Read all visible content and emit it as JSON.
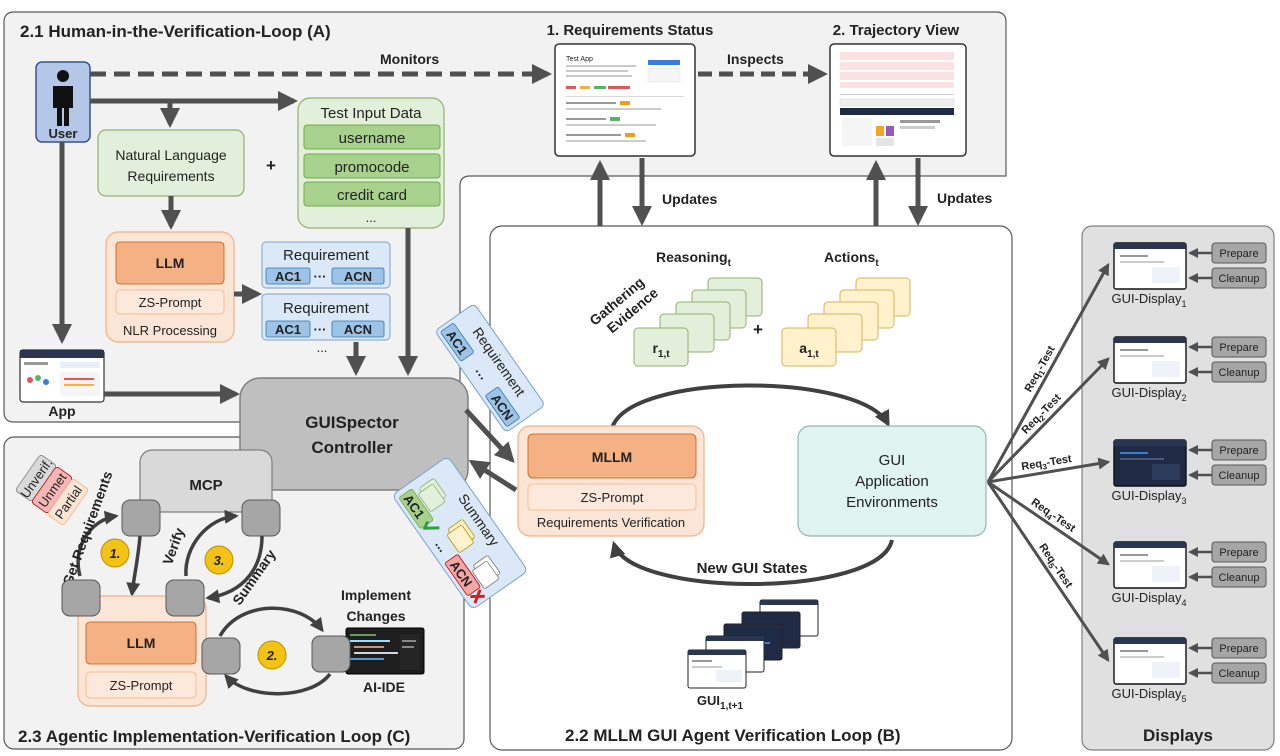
{
  "sections": {
    "hvl": "2.1 Human-in-the-Verification-Loop (A)",
    "gav": "2.2 MLLM GUI Agent Verification Loop (B)",
    "aivl": "2.3 Agentic Implementation-Verification Loop (C)",
    "displays": "Displays"
  },
  "top": {
    "req_status": "1. Requirements Status",
    "trajectory": "2. Trajectory View",
    "monitors": "Monitors",
    "inspects": "Inspects",
    "updates_1": "Updates",
    "updates_2": "Updates"
  },
  "user": {
    "label": "User"
  },
  "nl_requirements": {
    "line1": "Natural Language",
    "line2": "Requirements"
  },
  "plus_1": "+",
  "plus_2": "+",
  "test_input": {
    "title": "Test Input Data",
    "items": [
      "username",
      "promocode",
      "credit card"
    ],
    "ellipsis": "..."
  },
  "nlr": {
    "llm": "LLM",
    "prompt": "ZS-Prompt",
    "caption": "NLR Processing"
  },
  "requirement_cards": {
    "title": "Requirement",
    "ac_first": "AC1",
    "ac_last": "ACN",
    "dots": "···",
    "ellipsis": "..."
  },
  "app": {
    "label": "App"
  },
  "controller": {
    "line1": "GUISpector",
    "line2": "Controller"
  },
  "tag_requirement": {
    "title": "Requirement",
    "ac_first": "AC1",
    "dots": "···",
    "ac_last": "ACN"
  },
  "tag_summary": {
    "title": "Summary",
    "ac_first": "AC1",
    "ac_last": "ACN",
    "dots": "..."
  },
  "mllm": {
    "title": "MLLM",
    "prompt": "ZS-Prompt",
    "caption": "Requirements Verification"
  },
  "reasoning": {
    "label": "Reasoning",
    "sub": "t",
    "card": "r",
    "card_sub": "1,t"
  },
  "actions": {
    "label": "Actions",
    "sub": "t",
    "card": "a",
    "card_sub": "1,t"
  },
  "gathering": {
    "line1": "Gathering",
    "line2": "Evidence"
  },
  "gui_env": {
    "line1": "GUI",
    "line2": "Application",
    "line3": "Environments"
  },
  "new_states": "New GUI States",
  "gui_stack": {
    "label": "GUI",
    "sub": "1,t+1"
  },
  "mcp": {
    "label": "MCP"
  },
  "status_tags": [
    "Unverif.",
    "Unmet",
    "Partial"
  ],
  "loop_labels": {
    "get": "Get Requirements",
    "verify": "Verify",
    "summary": "Summary"
  },
  "steps": [
    "1.",
    "2.",
    "3."
  ],
  "impl_llm": {
    "llm": "LLM",
    "prompt": "ZS-Prompt"
  },
  "implement": {
    "line1": "Implement",
    "line2": "Changes"
  },
  "ai_ide": {
    "label": "AI-IDE"
  },
  "req_tests": [
    {
      "base": "Req",
      "sub": "1",
      "suffix": "-Test"
    },
    {
      "base": "Req",
      "sub": "2",
      "suffix": "-Test"
    },
    {
      "base": "Req",
      "sub": "3",
      "suffix": "-Test"
    },
    {
      "base": "Req",
      "sub": "4",
      "suffix": "-Test"
    },
    {
      "base": "Req",
      "sub": "5",
      "suffix": "-Test"
    }
  ],
  "displays": [
    {
      "base": "GUI-Display",
      "sub": "1"
    },
    {
      "base": "GUI-Display",
      "sub": "2"
    },
    {
      "base": "GUI-Display",
      "sub": "3"
    },
    {
      "base": "GUI-Display",
      "sub": "4"
    },
    {
      "base": "GUI-Display",
      "sub": "5"
    }
  ],
  "prepare": "Prepare",
  "cleanup": "Cleanup",
  "mock": {
    "test_app": "Test App"
  },
  "colors": {
    "green_fill": "#e2efda",
    "green_stroke": "#8fb26f",
    "orange_fill": "#f8cbad",
    "orange_dark": "#f4b183",
    "blue_fill": "#dae8f7",
    "blue_stroke": "#7ba3cf",
    "teal_fill": "#dff3ef",
    "gray_panel": "#f2f2f2",
    "arrow": "#505050",
    "step_badge": "#f2c314"
  }
}
